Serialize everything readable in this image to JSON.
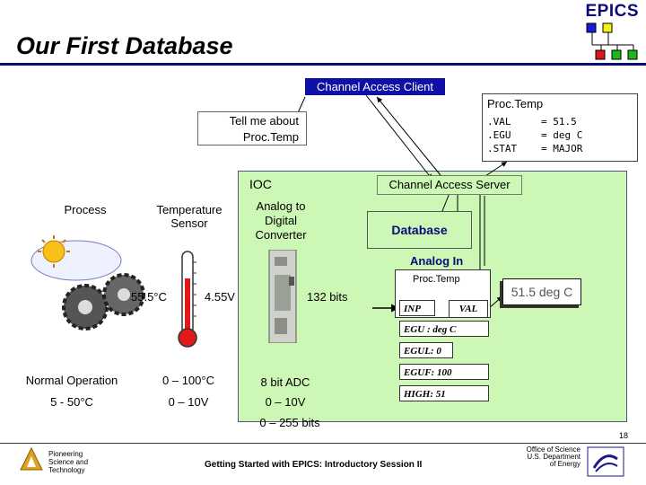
{
  "header": {
    "title": "Our First Database",
    "logo_text": "EPICS"
  },
  "ca_client": {
    "label": "Channel Access Client"
  },
  "query": {
    "text_line1": "Tell me about",
    "text_line2": "Proc.Temp"
  },
  "proc_temp_box": {
    "title": "Proc.Temp",
    "rows": [
      {
        "field": ".VAL",
        "value": "= 51.5"
      },
      {
        "field": ".EGU",
        "value": "= deg C"
      },
      {
        "field": ".STAT",
        "value": "= MAJOR"
      }
    ]
  },
  "ioc": {
    "label": "IOC"
  },
  "ca_server": {
    "label": "Channel Access Server"
  },
  "process": {
    "label": "Process",
    "reading": "55.5°C",
    "normal_operation": "Normal Operation",
    "range": "5 - 50°C"
  },
  "sensor": {
    "label_line1": "Temperature",
    "label_line2": "Sensor",
    "reading": "4.55V",
    "range_label": "0 – 100°C",
    "voltage_range": "0 – 10V"
  },
  "adc": {
    "label_line1": "Analog to",
    "label_line2": "Digital",
    "label_line3": "Converter",
    "bits": "132 bits",
    "type": "8 bit ADC",
    "voltage_range": "0 – 10V",
    "bits_range": "0 – 255 bits"
  },
  "database": {
    "label": "Database"
  },
  "analog_in": {
    "label": "Analog In",
    "record_name": "Proc.Temp",
    "inp": "INP",
    "val": "VAL",
    "egu": "EGU : deg C",
    "egul": "EGUL: 0",
    "eguf": "EGUF: 100",
    "high": "HIGH: 51"
  },
  "result": {
    "value": "51.5 deg C"
  },
  "footer": {
    "left_line1": "Pioneering",
    "left_line2": "Science and",
    "left_line3": "Technology",
    "center": "Getting Started with EPICS: Introductory Session II",
    "right_line1": "Office of Science",
    "right_line2": "U.S. Department",
    "right_line3": "of Energy",
    "page": "18"
  },
  "colors": {
    "accent": "#0b0b7a",
    "ioc_background": "#cdf7b4",
    "ca_client_bg": "#0f0fa6"
  }
}
